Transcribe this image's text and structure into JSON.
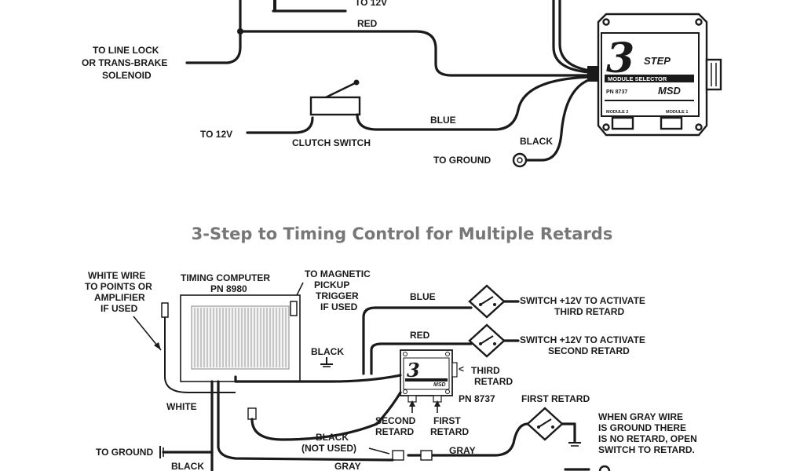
{
  "top": {
    "to_12v_top": "TO 12V",
    "red": "RED",
    "to_line_lock": [
      "TO LINE LOCK",
      "OR TRANS-BRAKE",
      "SOLENOID"
    ],
    "to_12v": "TO 12V",
    "clutch_switch": "CLUTCH SWITCH",
    "blue": "BLUE",
    "black": "BLACK",
    "to_ground": "TO GROUND",
    "module": {
      "number": "3",
      "step": "STEP",
      "name": "MODULE SELECTOR",
      "pn": "PN 8737",
      "brand": "MSD",
      "module_left": "MODULE 2",
      "module_right": "MODULE 1"
    }
  },
  "title": "3-Step to Timing Control for Multiple Retards",
  "bottom": {
    "white_wire": [
      "WHITE WIRE",
      "TO POINTS OR",
      "AMPLIFIER",
      "IF USED"
    ],
    "timing_computer": [
      "TIMING COMPUTER",
      "PN 8980"
    ],
    "to_magnetic": [
      "TO MAGNETIC",
      "PICKUP",
      "TRIGGER",
      "IF USED"
    ],
    "blue": "BLUE",
    "red": "RED",
    "black": "BLACK",
    "white": "WHITE",
    "switch_third": [
      "SWITCH +12V TO ACTIVATE",
      "THIRD RETARD"
    ],
    "switch_second": [
      "SWITCH +12V TO ACTIVATE",
      "SECOND RETARD"
    ],
    "third_retard": [
      "THIRD",
      "RETARD"
    ],
    "pn": "PN 8737",
    "first_retard_top": "FIRST RETARD",
    "second_retard": [
      "SECOND",
      "RETARD"
    ],
    "first_retard": [
      "FIRST",
      "RETARD"
    ],
    "black_not_used": [
      "BLACK",
      "(NOT USED)"
    ],
    "gray": "GRAY",
    "gray_bottom": "GRAY",
    "to_ground": "TO GROUND",
    "black_bottom": "BLACK",
    "when_gray": [
      "WHEN GRAY WIRE",
      "IS GROUND THERE",
      "IS NO RETARD, OPEN",
      "SWITCH TO RETARD."
    ]
  }
}
